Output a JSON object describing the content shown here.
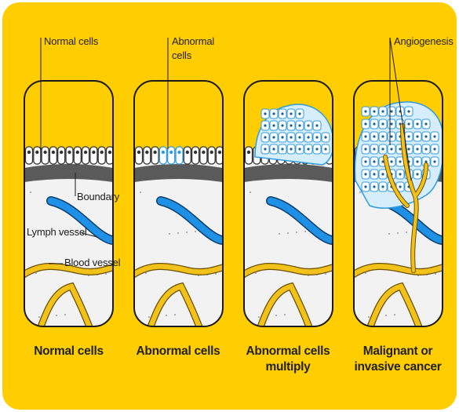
{
  "colors": {
    "background": "#FFCD00",
    "tissue": "#F2F2F2",
    "boundary": "#5A5A5A",
    "lymph_vessel": "#1E90E6",
    "blood_vessel": "#F2C21A",
    "abnormal_cells": "#2E9BE0"
  },
  "labels": {
    "normal_cells": "Normal cells",
    "abnormal_cells_line1": "Abnormal",
    "abnormal_cells_line2": "cells",
    "angiogenesis": "Angiogenesis",
    "boundary": "Boundary",
    "lymph_vessel": "Lymph vessel",
    "blood_vessel": "Blood vessel"
  },
  "panels": [
    {
      "caption_line1": "Normal cells",
      "caption_line2": ""
    },
    {
      "caption_line1": "Abnormal cells",
      "caption_line2": ""
    },
    {
      "caption_line1": "Abnormal cells",
      "caption_line2": "multiply"
    },
    {
      "caption_line1": "Malignant or",
      "caption_line2": "invasive cancer"
    }
  ]
}
